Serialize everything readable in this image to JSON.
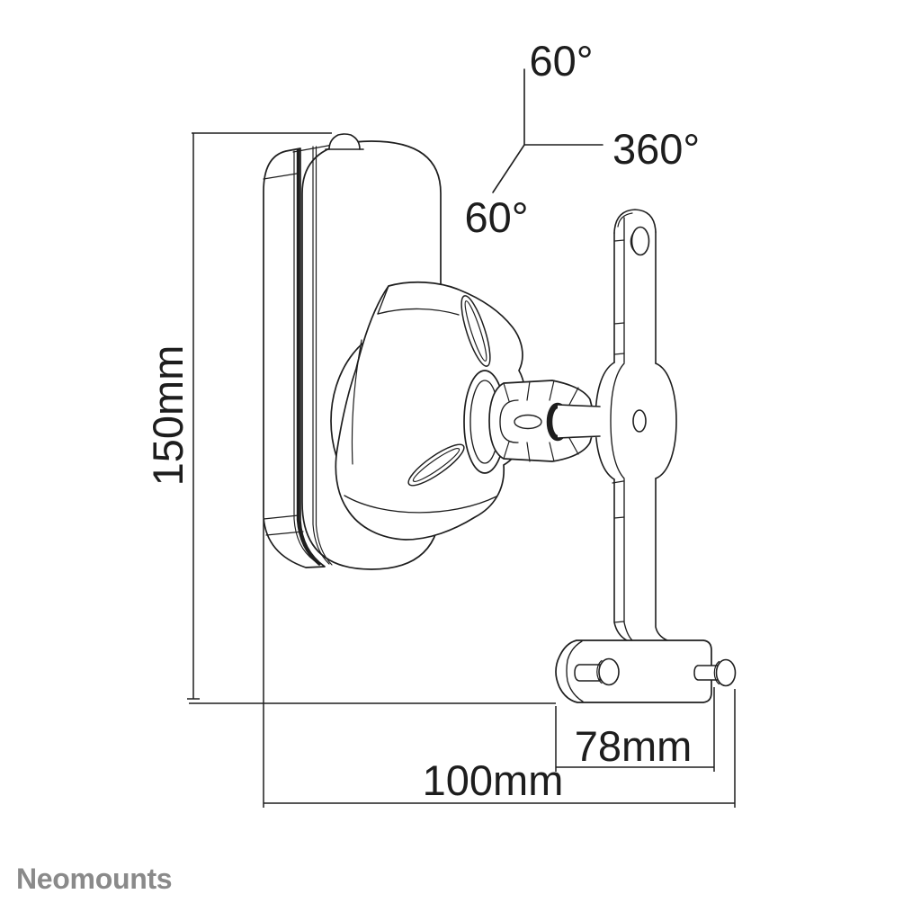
{
  "drawing": {
    "title": "speaker wall mount technical drawing",
    "brand_logo": "Neomounts",
    "dimension_labels": {
      "height": "150mm",
      "total_width": "100mm",
      "base_width": "78mm"
    },
    "angle_labels": {
      "tilt_up": "60°",
      "swivel": "360°",
      "tilt_down": "60°"
    },
    "colors": {
      "line": "#1e1e1e",
      "text": "#1d1d1d",
      "brand_gray": "#8a8a8a",
      "background": "#ffffff"
    }
  }
}
